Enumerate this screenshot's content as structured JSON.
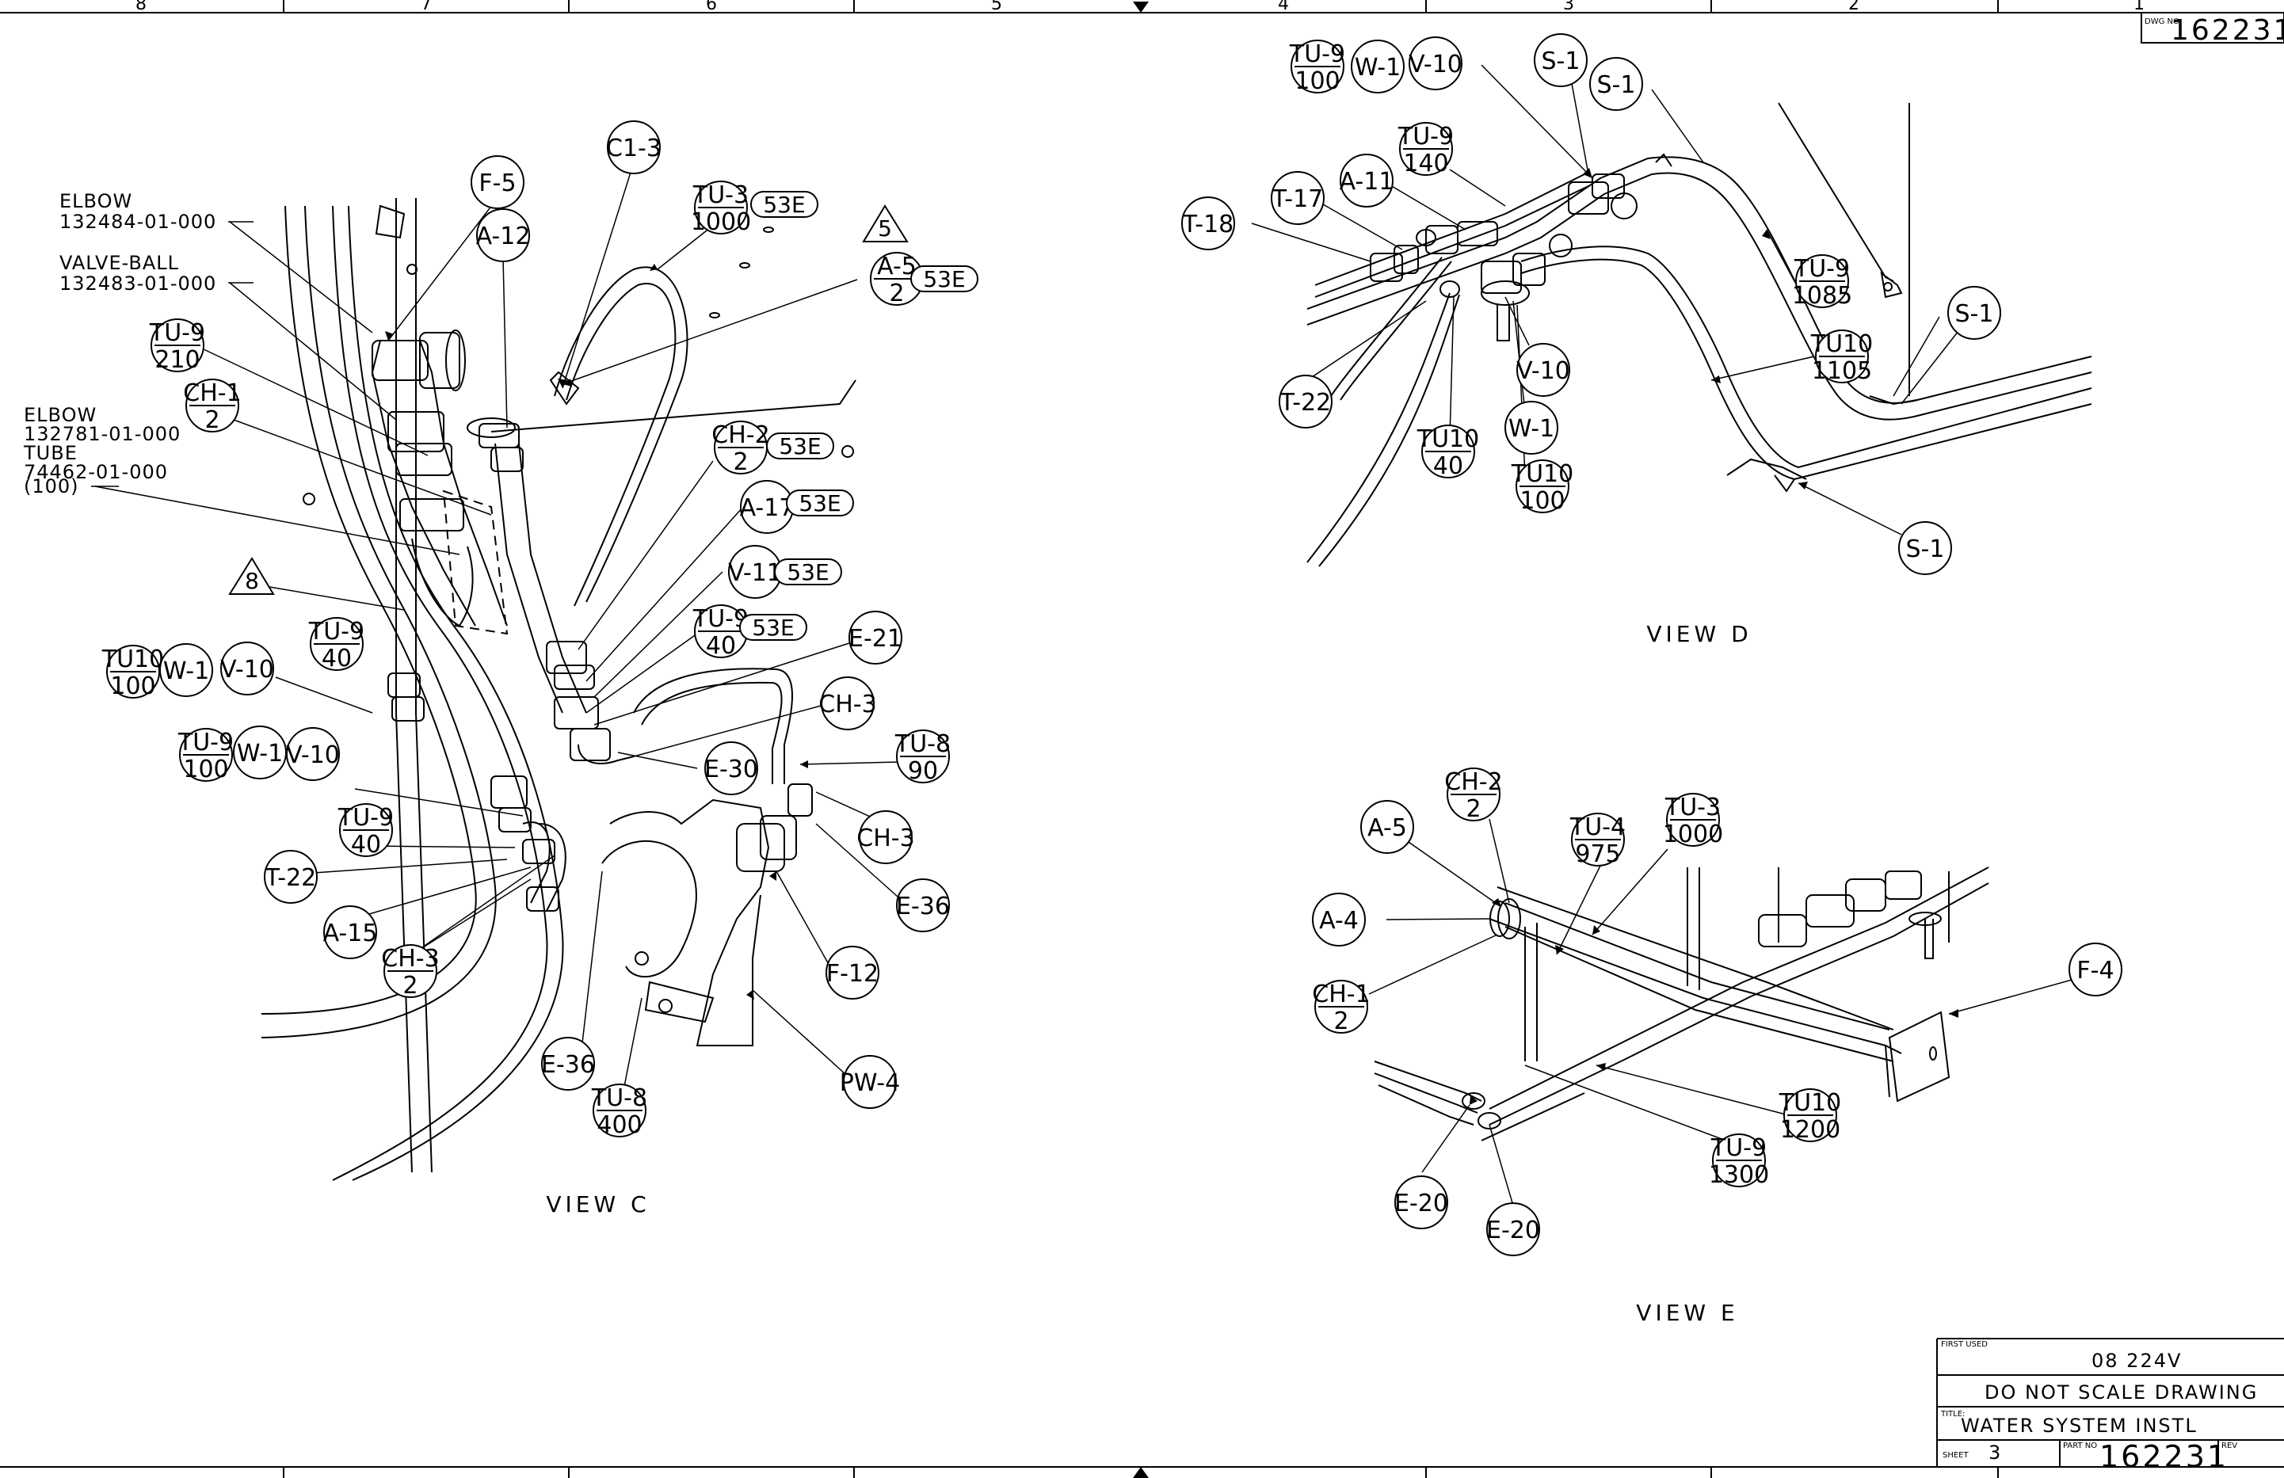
{
  "drawing": {
    "dwg_no_label": "DWG NO",
    "dwg_no": "162231",
    "zone_numbers_top": [
      "8",
      "7",
      "6",
      "5",
      "4",
      "3",
      "2",
      "1"
    ]
  },
  "views": [
    {
      "name": "VIEW C"
    },
    {
      "name": "VIEW D"
    },
    {
      "name": "VIEW E"
    }
  ],
  "part_labels": [
    {
      "lines": [
        "ELBOW",
        "132484-01-000"
      ]
    },
    {
      "lines": [
        "VALVE-BALL",
        "132483-01-000"
      ]
    },
    {
      "lines": [
        "ELBOW",
        "132781-01-000",
        "TUBE",
        "74462-01-000",
        "(100)"
      ]
    }
  ],
  "balloons": [
    {
      "top": "C1-3",
      "bottom": ""
    },
    {
      "top": "F-5",
      "bottom": ""
    },
    {
      "top": "A-12",
      "bottom": ""
    },
    {
      "top": "TU-3",
      "bottom": "1000",
      "tag": "53E"
    },
    {
      "top": "A-5",
      "bottom": "2",
      "tag": "53E"
    },
    {
      "top": "TU-9",
      "bottom": "210"
    },
    {
      "top": "CH-1",
      "bottom": "2"
    },
    {
      "top": "CH-2",
      "bottom": "2",
      "tag": "53E"
    },
    {
      "top": "A-17",
      "bottom": "",
      "tag": "53E"
    },
    {
      "top": "V-11",
      "bottom": "",
      "tag": "53E"
    },
    {
      "top": "TU-9",
      "bottom": "40",
      "tag": "53E"
    },
    {
      "top": "E-21",
      "bottom": ""
    },
    {
      "top": "TU10",
      "bottom": "100"
    },
    {
      "top": "W-1",
      "bottom": ""
    },
    {
      "top": "V-10",
      "bottom": ""
    },
    {
      "top": "TU-9",
      "bottom": "40"
    },
    {
      "top": "CH-3",
      "bottom": ""
    },
    {
      "top": "E-30",
      "bottom": ""
    },
    {
      "top": "TU-8",
      "bottom": "90"
    },
    {
      "top": "TU-9",
      "bottom": "100"
    },
    {
      "top": "W-1",
      "bottom": ""
    },
    {
      "top": "V-10",
      "bottom": ""
    },
    {
      "top": "CH-3",
      "bottom": ""
    },
    {
      "top": "TU-9",
      "bottom": "40"
    },
    {
      "top": "E-36",
      "bottom": ""
    },
    {
      "top": "T-22",
      "bottom": ""
    },
    {
      "top": "A-15",
      "bottom": ""
    },
    {
      "top": "CH-3",
      "bottom": "2"
    },
    {
      "top": "F-12",
      "bottom": ""
    },
    {
      "top": "PW-4",
      "bottom": ""
    },
    {
      "top": "E-36",
      "bottom": ""
    },
    {
      "top": "TU-8",
      "bottom": "400"
    },
    {
      "top": "TU-9",
      "bottom": "100"
    },
    {
      "top": "W-1",
      "bottom": ""
    },
    {
      "top": "V-10",
      "bottom": ""
    },
    {
      "top": "S-1",
      "bottom": ""
    },
    {
      "top": "S-1",
      "bottom": ""
    },
    {
      "top": "TU-9",
      "bottom": "140"
    },
    {
      "top": "A-11",
      "bottom": ""
    },
    {
      "top": "T-17",
      "bottom": ""
    },
    {
      "top": "T-18",
      "bottom": ""
    },
    {
      "top": "TU-9",
      "bottom": "1085"
    },
    {
      "top": "S-1",
      "bottom": ""
    },
    {
      "top": "TU10",
      "bottom": "1105"
    },
    {
      "top": "V-10",
      "bottom": ""
    },
    {
      "top": "T-22",
      "bottom": ""
    },
    {
      "top": "W-1",
      "bottom": ""
    },
    {
      "top": "TU10",
      "bottom": "40"
    },
    {
      "top": "TU10",
      "bottom": "100"
    },
    {
      "top": "S-1",
      "bottom": ""
    },
    {
      "top": "CH-2",
      "bottom": "2"
    },
    {
      "top": "TU-3",
      "bottom": "1000"
    },
    {
      "top": "A-5",
      "bottom": ""
    },
    {
      "top": "TU-4",
      "bottom": "975"
    },
    {
      "top": "A-4",
      "bottom": ""
    },
    {
      "top": "F-4",
      "bottom": ""
    },
    {
      "top": "CH-1",
      "bottom": "2"
    },
    {
      "top": "TU10",
      "bottom": "1200"
    },
    {
      "top": "TU-9",
      "bottom": "1300"
    },
    {
      "top": "E-20",
      "bottom": ""
    },
    {
      "top": "E-20",
      "bottom": ""
    }
  ],
  "flag_notes": [
    {
      "number": "5"
    },
    {
      "number": "8"
    }
  ],
  "title_block": {
    "first_used_label": "FIRST USED",
    "first_used": "08 224V",
    "notice": "DO NOT SCALE DRAWING",
    "title_label": "TITLE:",
    "title": "WATER SYSTEM INSTL",
    "sheet_label": "SHEET",
    "sheet": "3",
    "part_no_label": "PART NO",
    "part_no": "162231",
    "rev_label": "REV"
  }
}
